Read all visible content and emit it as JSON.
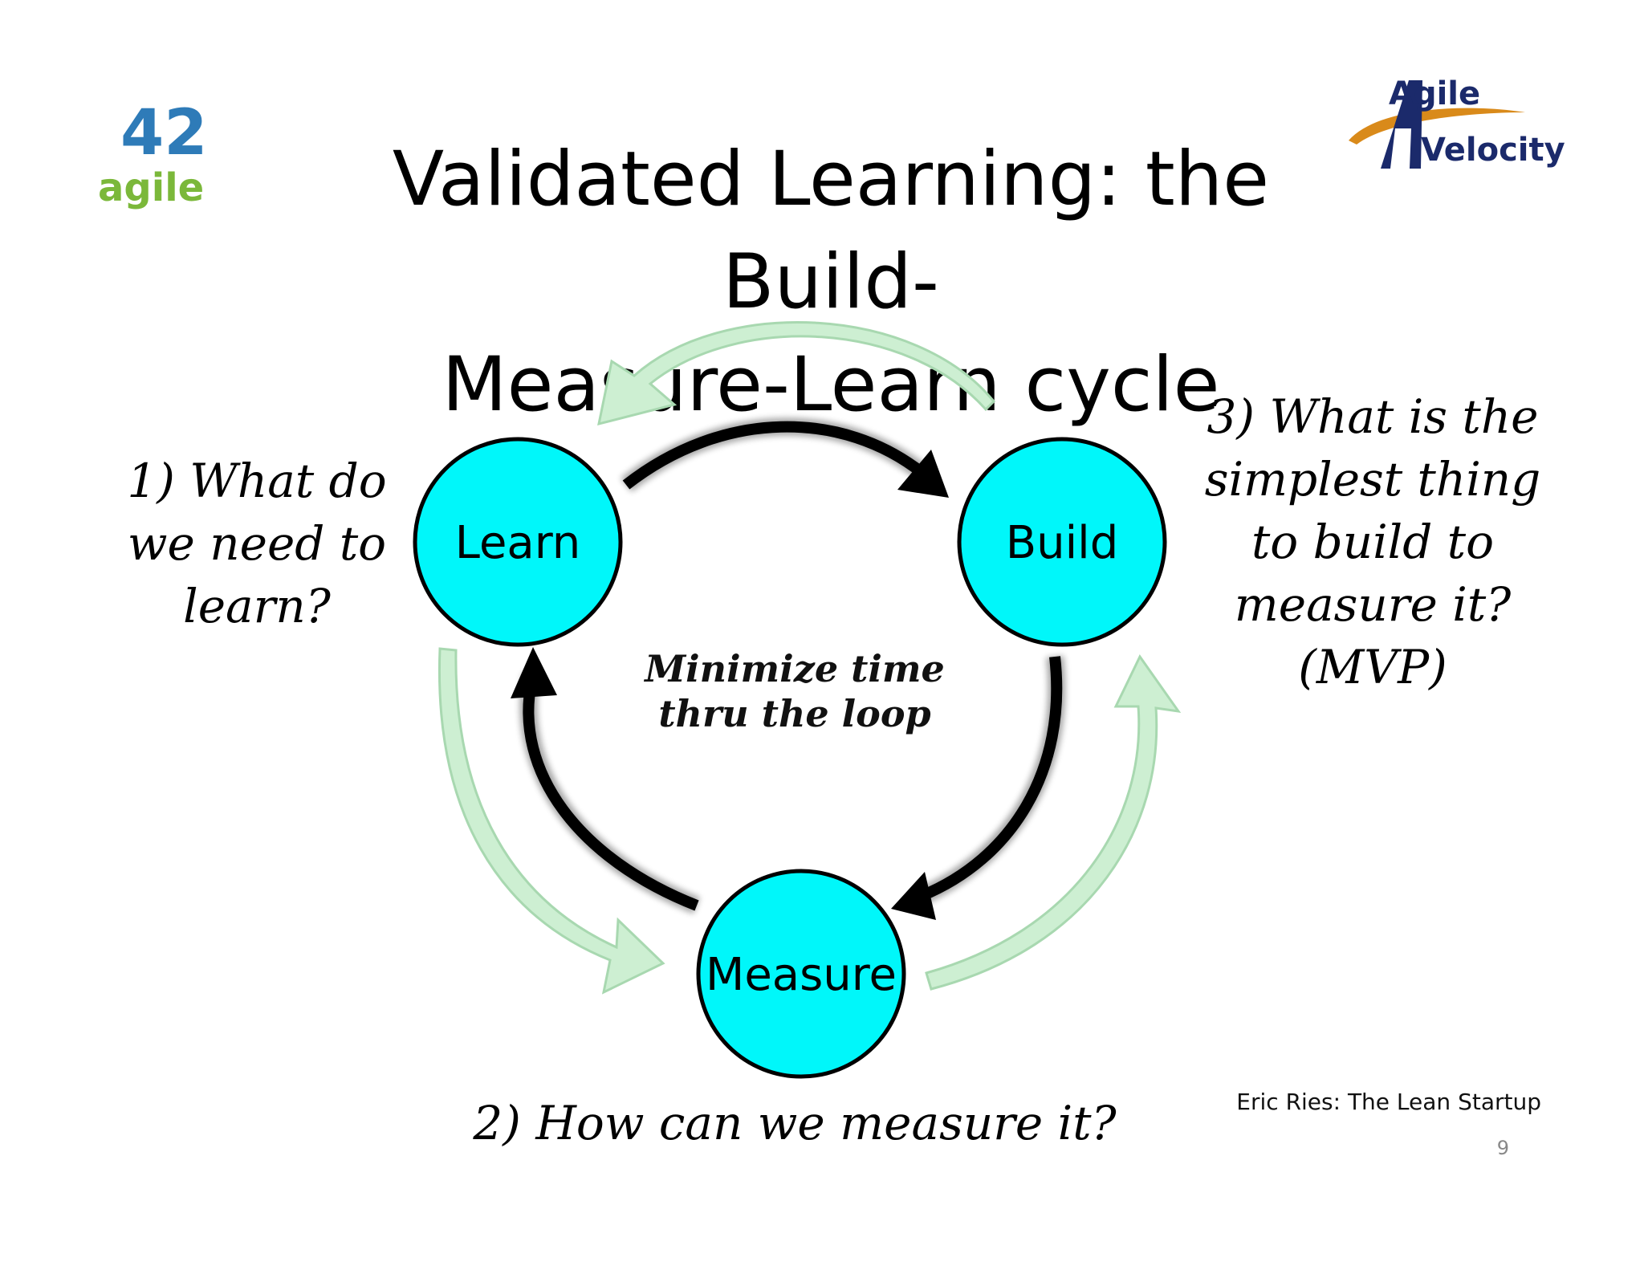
{
  "slide": {
    "title_line1": "Validated Learning: the Build-",
    "title_line2": "Measure-Learn cycle",
    "source": "Eric Ries: The Lean Startup",
    "page_number": "9"
  },
  "logos": {
    "left_number": "42",
    "left_word": "agile",
    "right_line1": "Agile",
    "right_line2": "Velocity"
  },
  "cycle": {
    "nodes": {
      "learn": "Learn",
      "build": "Build",
      "measure": "Measure"
    },
    "center_note_line1": "Minimize time",
    "center_note_line2": "thru the loop"
  },
  "questions": {
    "q1": [
      "1) What do",
      "we need to",
      "learn?"
    ],
    "q2": "2) How can we measure it?",
    "q3": [
      "3) What is the",
      "simplest thing",
      "to build to",
      "measure it?",
      "(MVP)"
    ]
  },
  "colors": {
    "node_fill": "#00F7FA",
    "outer_arrow": "#CDEFD2",
    "outer_arrow_stroke": "#A8D8B0",
    "inner_arrow": "#000000",
    "logo_blue": "#2E7BB8",
    "logo_green": "#7BB83A",
    "velocity_navy": "#1B2A6B",
    "velocity_orange": "#D98A1A"
  }
}
